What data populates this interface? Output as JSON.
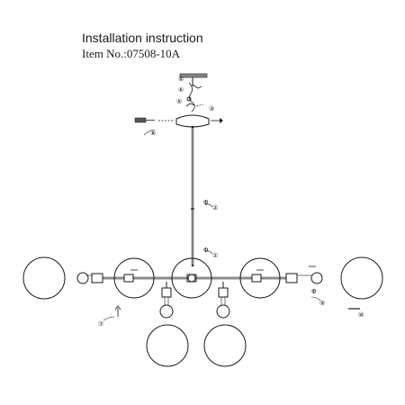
{
  "header": {
    "title": "Installation instruction",
    "item_no": "Item No.:07508-10A"
  },
  "callouts": {
    "c1": "①",
    "c2": "②",
    "c3": "③",
    "c4": "④",
    "c5": "⑤",
    "c6": "⑥",
    "c7": "⑦",
    "c8": "⑧",
    "c9": "⑨",
    "c10": "⑩"
  },
  "symbols": {
    "phi": "Φ"
  },
  "colors": {
    "ink": "#1a1a1a",
    "background": "#ffffff"
  }
}
